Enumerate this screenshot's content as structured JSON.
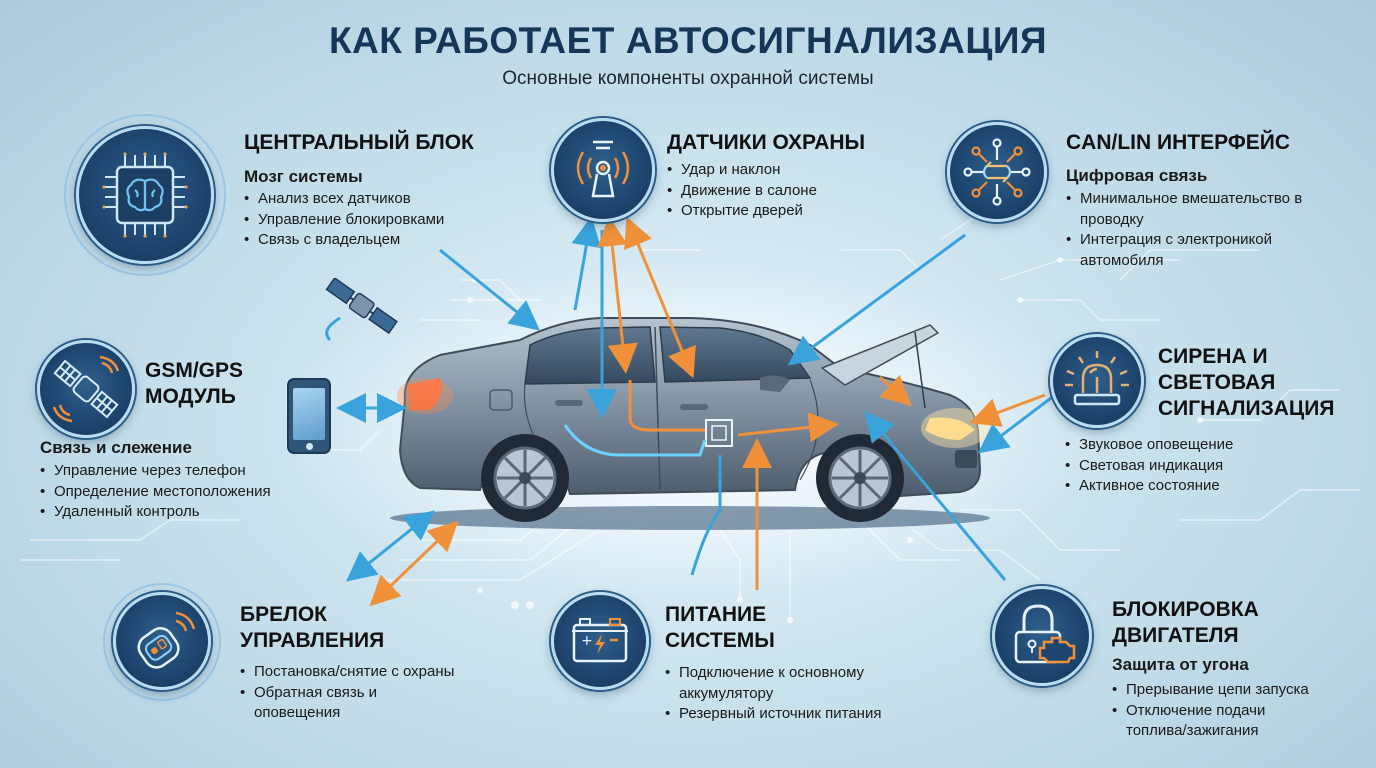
{
  "header": {
    "title": "КАК РАБОТАЕТ АВТОСИГНАЛИЗАЦИЯ",
    "subtitle": "Основные компоненты охранной системы"
  },
  "colors": {
    "title": "#163657",
    "icon_circle": "#1e4670",
    "accent_blue": "#3aa3dc",
    "accent_orange": "#f0913a",
    "background": "#c9e2ee"
  },
  "components": {
    "central_unit": {
      "icon": "brain-chip-icon",
      "title": "ЦЕНТРАЛЬНЫЙ БЛОК",
      "subtitle": "Мозг системы",
      "bullets": [
        "Анализ всех датчиков",
        "Управление блокировками",
        "Связь с владельцем"
      ]
    },
    "sensors": {
      "icon": "sensor-signal-icon",
      "title": "ДАТЧИКИ ОХРАНЫ",
      "bullets": [
        "Удар и наклон",
        "Движение в салоне",
        "Открытие дверей"
      ]
    },
    "can_lin": {
      "icon": "network-nodes-icon",
      "title": "CAN/LIN ИНТЕРФЕЙС",
      "subtitle": "Цифровая связь",
      "bullets": [
        "Минимальное вмешательство в проводку",
        "Интеграция с электроникой автомобиля"
      ]
    },
    "gsm_gps": {
      "icon": "satellite-icon",
      "title_line1": "GSM/GPS",
      "title_line2": "МОДУЛЬ",
      "subtitle": "Связь и слежение",
      "bullets": [
        "Управление через телефон",
        "Определение местоположения",
        "Удаленный контроль"
      ]
    },
    "siren": {
      "icon": "siren-beacon-icon",
      "title_line1": "СИРЕНА И",
      "title_line2": "СВЕТОВАЯ",
      "title_line3": "СИГНАЛИЗАЦИЯ",
      "bullets": [
        "Звуковое оповещение",
        "Световая индикация",
        "Активное состояние"
      ]
    },
    "key_fob": {
      "icon": "key-fob-icon",
      "title_line1": "БРЕЛОК",
      "title_line2": "УПРАВЛЕНИЯ",
      "bullets": [
        "Постановка/снятие с охраны",
        "Обратная связь и оповещения"
      ]
    },
    "power": {
      "icon": "battery-icon",
      "title_line1": "ПИТАНИЕ",
      "title_line2": "СИСТЕМЫ",
      "bullets": [
        "Подключение к основному аккумулятору",
        "Резервный источник питания"
      ]
    },
    "engine_lock": {
      "icon": "padlock-engine-icon",
      "title_line1": "БЛОКИРОВКА",
      "title_line2": "ДВИГАТЕЛЯ",
      "subtitle": "Защита от угона",
      "bullets": [
        "Прерывание цепи запуска",
        "Отключение подачи топлива/зажигания"
      ]
    }
  }
}
